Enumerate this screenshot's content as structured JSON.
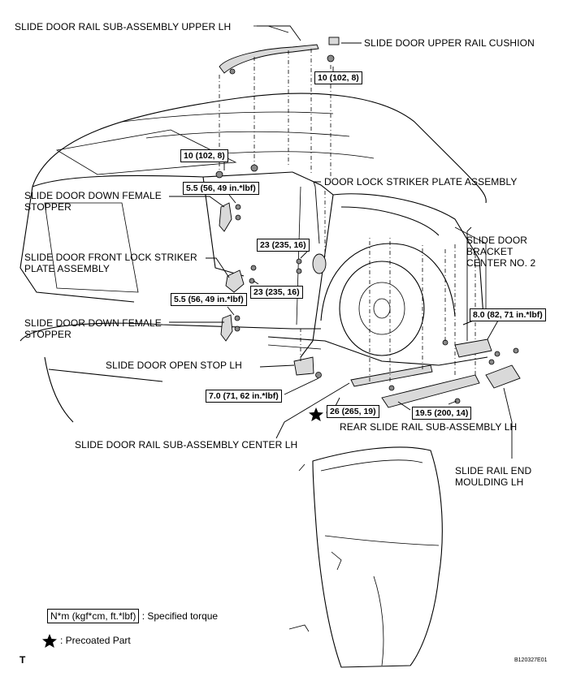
{
  "labels": {
    "rail_upper": "SLIDE DOOR RAIL SUB-ASSEMBLY UPPER LH",
    "upper_cushion": "SLIDE DOOR UPPER RAIL CUSHION",
    "door_lock_striker": "DOOR LOCK STRIKER PLATE ASSEMBLY",
    "down_female_stopper_1_line1": "SLIDE DOOR DOWN FEMALE",
    "down_female_stopper_1_line2": "STOPPER",
    "front_lock_striker_line1": "SLIDE DOOR FRONT LOCK STRIKER",
    "front_lock_striker_line2": "PLATE ASSEMBLY",
    "down_female_stopper_2_line1": "SLIDE DOOR DOWN FEMALE",
    "down_female_stopper_2_line2": "STOPPER",
    "open_stop": "SLIDE DOOR OPEN STOP LH",
    "bracket_center_line1": "SLIDE DOOR",
    "bracket_center_line2": "BRACKET",
    "bracket_center_line3": "CENTER NO. 2",
    "rear_slide_rail": "REAR SLIDE RAIL SUB-ASSEMBLY LH",
    "rail_center": "SLIDE DOOR RAIL SUB-ASSEMBLY CENTER LH",
    "rail_end_moulding_line1": "SLIDE RAIL END",
    "rail_end_moulding_line2": "MOULDING LH"
  },
  "torques": {
    "t_upper_cushion": "10 (102, 8)",
    "t_upper_rail": "10 (102, 8)",
    "t_stopper_upper": "5.5 (56, 49 in.*lbf)",
    "t_striker_rear_a": "23 (235, 16)",
    "t_striker_front": "23 (235, 16)",
    "t_stopper_lower": "5.5 (56, 49 in.*lbf)",
    "t_bracket": "8.0 (82, 71 in.*lbf)",
    "t_open_stop": "7.0 (71, 62 in.*lbf)",
    "t_center_rail": "26 (265, 19)",
    "t_rear_rail": "19.5 (200, 14)"
  },
  "legend": {
    "torque_unit": "N*m (kgf*cm, ft.*lbf)",
    "torque_desc": ": Specified torque",
    "precoated": ": Precoated Part"
  },
  "corner_left": "T",
  "figure_code": "B120327E01"
}
